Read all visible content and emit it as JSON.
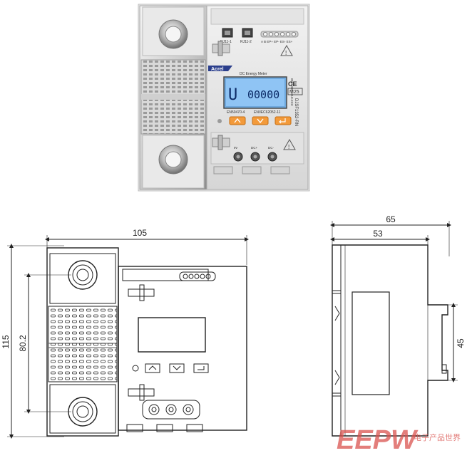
{
  "photo": {
    "brand": "Acrel",
    "product": "DC Energy Meter",
    "lcd_prefix": "U",
    "lcd_value": "00000",
    "standard_left": "EN50470-4",
    "standard_right": "EN/IEC62052-11",
    "ce_mark": "CE",
    "mid_mark": "M25",
    "model_vertical": "DJSF1352-RN",
    "serial_vertical": "0599 8BB 210.XXX",
    "port_1": "RJ11-1",
    "port_2": "RJ11-2",
    "led_labels": "A  B  EP+ EP- ES- ES+",
    "terminal_1": "IN-",
    "terminal_2": "DC+",
    "terminal_3": "DC-"
  },
  "front_drawing": {
    "width_label": "105",
    "height_label": "115",
    "pitch_label": "80.2"
  },
  "side_drawing": {
    "depth_label": "65",
    "body_depth_label": "53",
    "rail_label": "45"
  },
  "watermark": {
    "logo_text": "EEPW",
    "site_text": "电子产品世界"
  },
  "colors": {
    "lcd_backlight": "#8fc4f4",
    "button_orange": "#f39a3a",
    "watermark_red": "#d9534f"
  }
}
